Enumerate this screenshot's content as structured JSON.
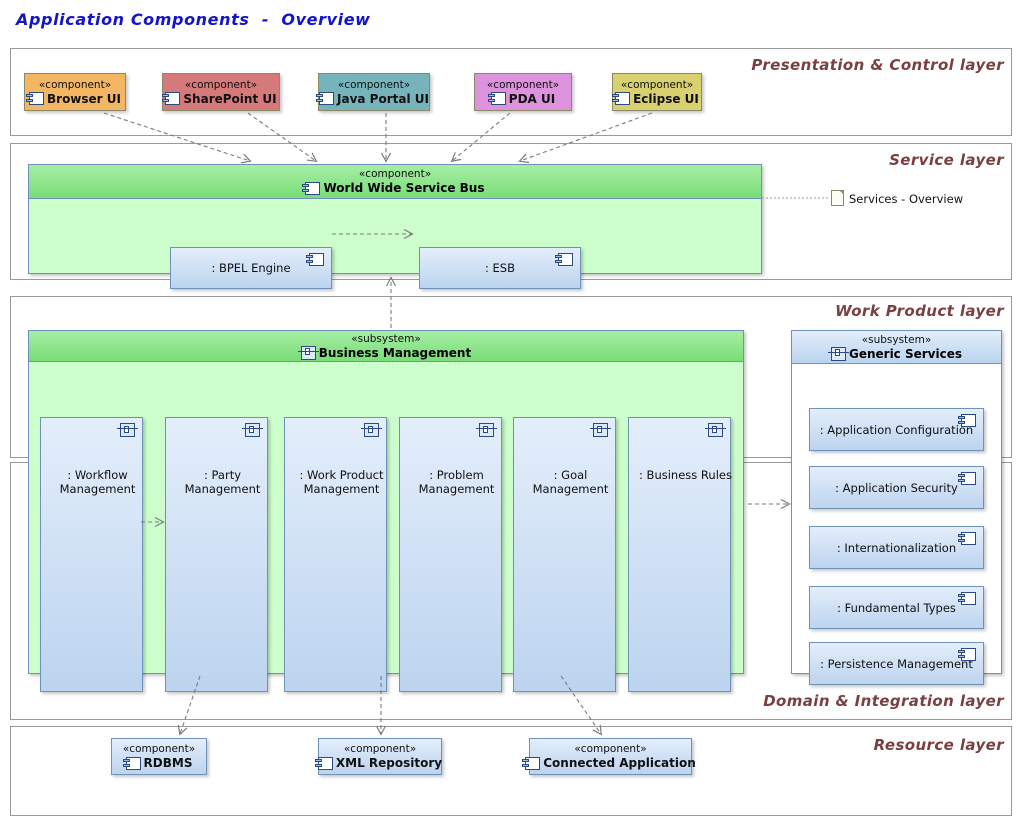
{
  "diagram": {
    "title": "Application Components  -  Overview",
    "title_color": "#1414c8"
  },
  "layers": [
    {
      "key": "presentation",
      "label": "Presentation & Control layer"
    },
    {
      "key": "service",
      "label": "Service layer"
    },
    {
      "key": "workproduct",
      "label": "Work Product layer"
    },
    {
      "key": "domain",
      "label": "Domain & Integration layer"
    },
    {
      "key": "resource",
      "label": "Resource layer"
    }
  ],
  "stereotypes": {
    "component": "«component»",
    "subsystem": "«subsystem»"
  },
  "presentation_components": [
    {
      "name": "Browser UI",
      "stereotype": "«component»",
      "color": "#f3b764",
      "icon": "component-icon"
    },
    {
      "name": "SharePoint UI",
      "stereotype": "«component»",
      "color": "#d5797a",
      "icon": "component-icon"
    },
    {
      "name": "Java Portal UI",
      "stereotype": "«component»",
      "color": "#77b3bb",
      "icon": "component-icon"
    },
    {
      "name": "PDA UI",
      "stereotype": "«component»",
      "color": "#dd92dd",
      "icon": "component-icon"
    },
    {
      "name": "Eclipse UI",
      "stereotype": "«component»",
      "color": "#d9d170",
      "icon": "component-icon"
    }
  ],
  "service_bus": {
    "stereotype": "«component»",
    "name": "World Wide Service Bus",
    "icon": "component-icon",
    "parts": [
      {
        "label": ": BPEL Engine",
        "icon": "component-icon"
      },
      {
        "label": ": ESB",
        "icon": "component-icon"
      }
    ]
  },
  "note": {
    "text": "Services - Overview",
    "icon": "note-icon"
  },
  "business_management": {
    "stereotype": "«subsystem»",
    "name": "Business Management",
    "icon": "subsystem-icon",
    "parts": [
      {
        "label": ": Workflow Management",
        "icon": "subsystem-icon"
      },
      {
        "label": ": Party Management",
        "icon": "subsystem-icon"
      },
      {
        "label": ": Work Product Management",
        "icon": "subsystem-icon"
      },
      {
        "label": ": Problem Management",
        "icon": "subsystem-icon"
      },
      {
        "label": ": Goal Management",
        "icon": "subsystem-icon"
      },
      {
        "label": ": Business Rules",
        "icon": "subsystem-icon"
      }
    ]
  },
  "generic_services": {
    "stereotype": "«subsystem»",
    "name": "Generic Services",
    "icon": "subsystem-icon",
    "parts": [
      {
        "label": ": Application Configuration",
        "icon": "component-icon"
      },
      {
        "label": ": Application Security",
        "icon": "component-icon"
      },
      {
        "label": ": Internationalization",
        "icon": "component-icon"
      },
      {
        "label": ": Fundamental Types",
        "icon": "component-icon"
      },
      {
        "label": ": Persistence Management",
        "icon": "component-icon"
      }
    ]
  },
  "resource_components": [
    {
      "name": "RDBMS",
      "stereotype": "«component»",
      "icon": "component-icon"
    },
    {
      "name": "XML Repository",
      "stereotype": "«component»",
      "icon": "component-icon"
    },
    {
      "name": "Connected Application",
      "stereotype": "«component»",
      "icon": "component-icon"
    }
  ],
  "connector_style": {
    "color": "#7b7b7b",
    "dash": "dashed",
    "arrowhead": "open"
  }
}
